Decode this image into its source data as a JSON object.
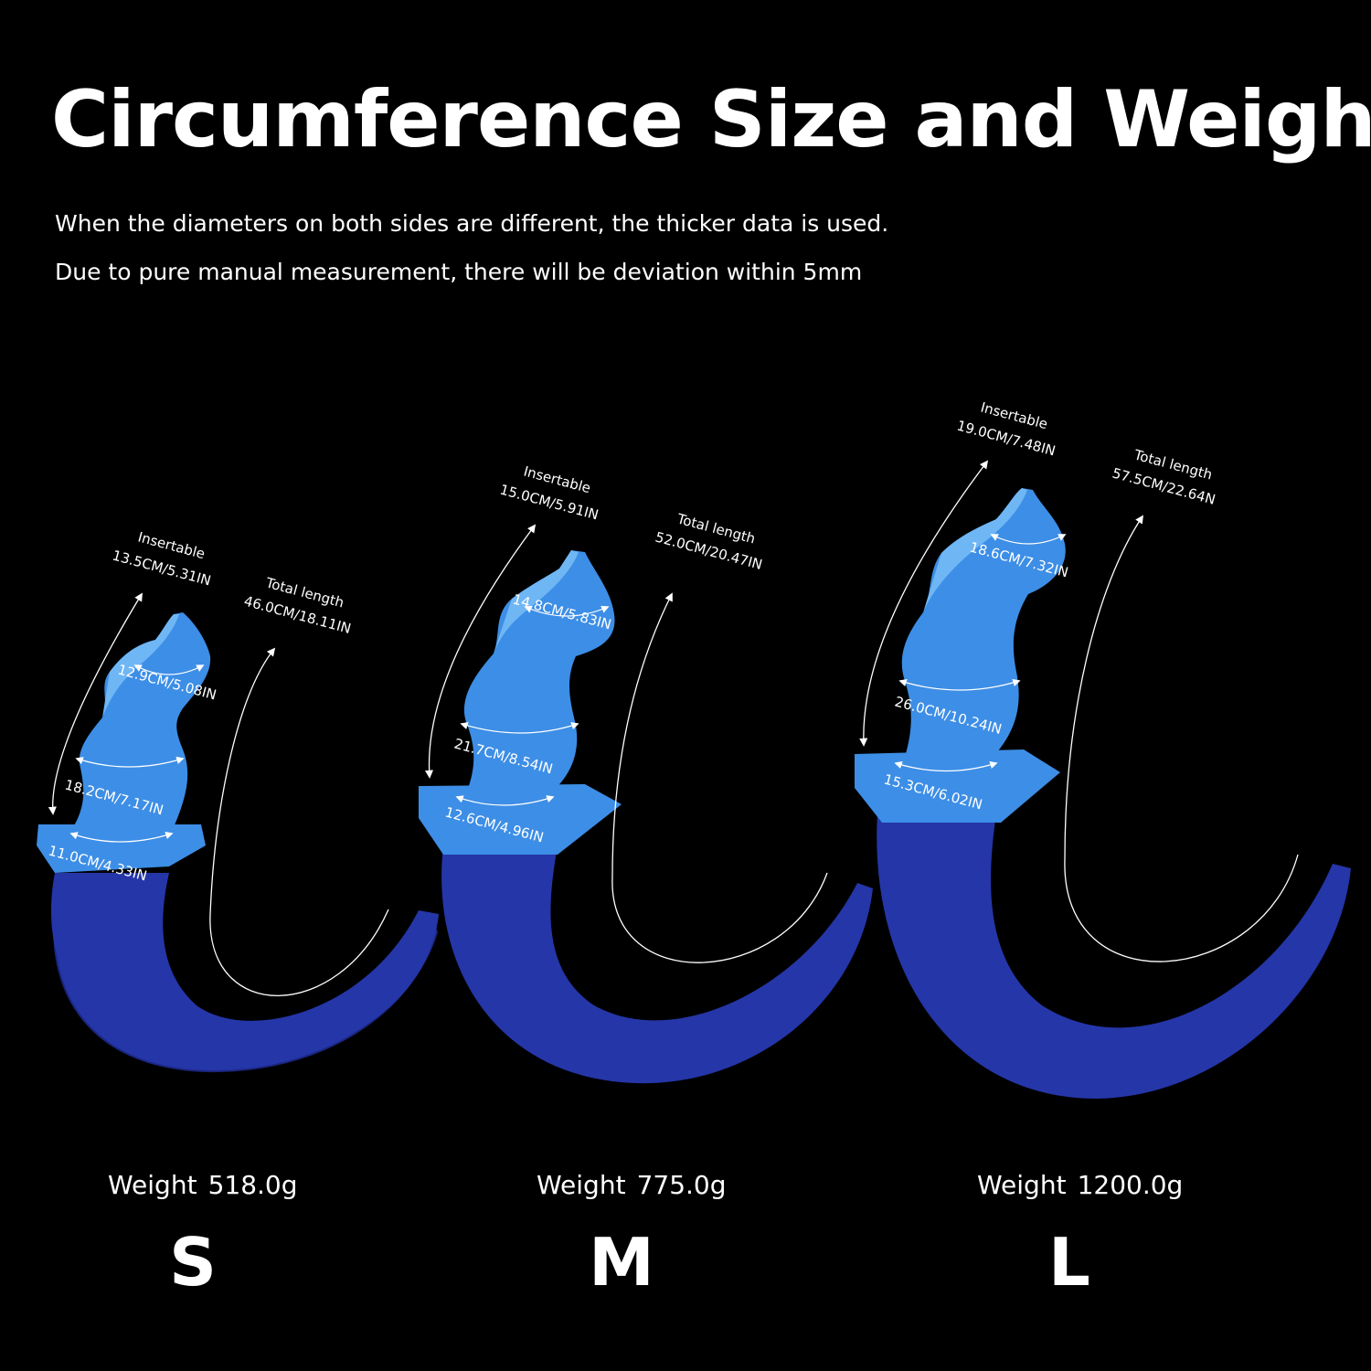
{
  "title": "Circumference Size and Weight",
  "notes": [
    "When the diameters on both sides are different, the thicker data is used.",
    "Due to pure manual measurement, there will be deviation within 5mm"
  ],
  "colors": {
    "background": "#000000",
    "plug": "#3d8ee6",
    "plug_highlight": "#6fb6f5",
    "tail": "#2536a8",
    "text": "#ffffff"
  },
  "products": [
    {
      "size": "S",
      "weight_label": "Weight",
      "weight_value": "518.0g",
      "insertable_label": "Insertable",
      "insertable_value": "13.5CM/5.31IN",
      "total_label": "Total length",
      "total_value": "46.0CM/18.11IN",
      "circumferences": [
        "12.9CM/5.08IN",
        "18.2CM/7.17IN",
        "11.0CM/4.33IN"
      ]
    },
    {
      "size": "M",
      "weight_label": "Weight",
      "weight_value": "775.0g",
      "insertable_label": "Insertable",
      "insertable_value": "15.0CM/5.91IN",
      "total_label": "Total length",
      "total_value": "52.0CM/20.47IN",
      "circumferences": [
        "14.8CM/5.83IN",
        "21.7CM/8.54IN",
        "12.6CM/4.96IN"
      ]
    },
    {
      "size": "L",
      "weight_label": "Weight",
      "weight_value": "1200.0g",
      "insertable_label": "Insertable",
      "insertable_value": "19.0CM/7.48IN",
      "total_label": "Total length",
      "total_value": "57.5CM/22.64N",
      "circumferences": [
        "18.6CM/7.32IN",
        "26.0CM/10.24IN",
        "15.3CM/6.02IN"
      ]
    }
  ]
}
